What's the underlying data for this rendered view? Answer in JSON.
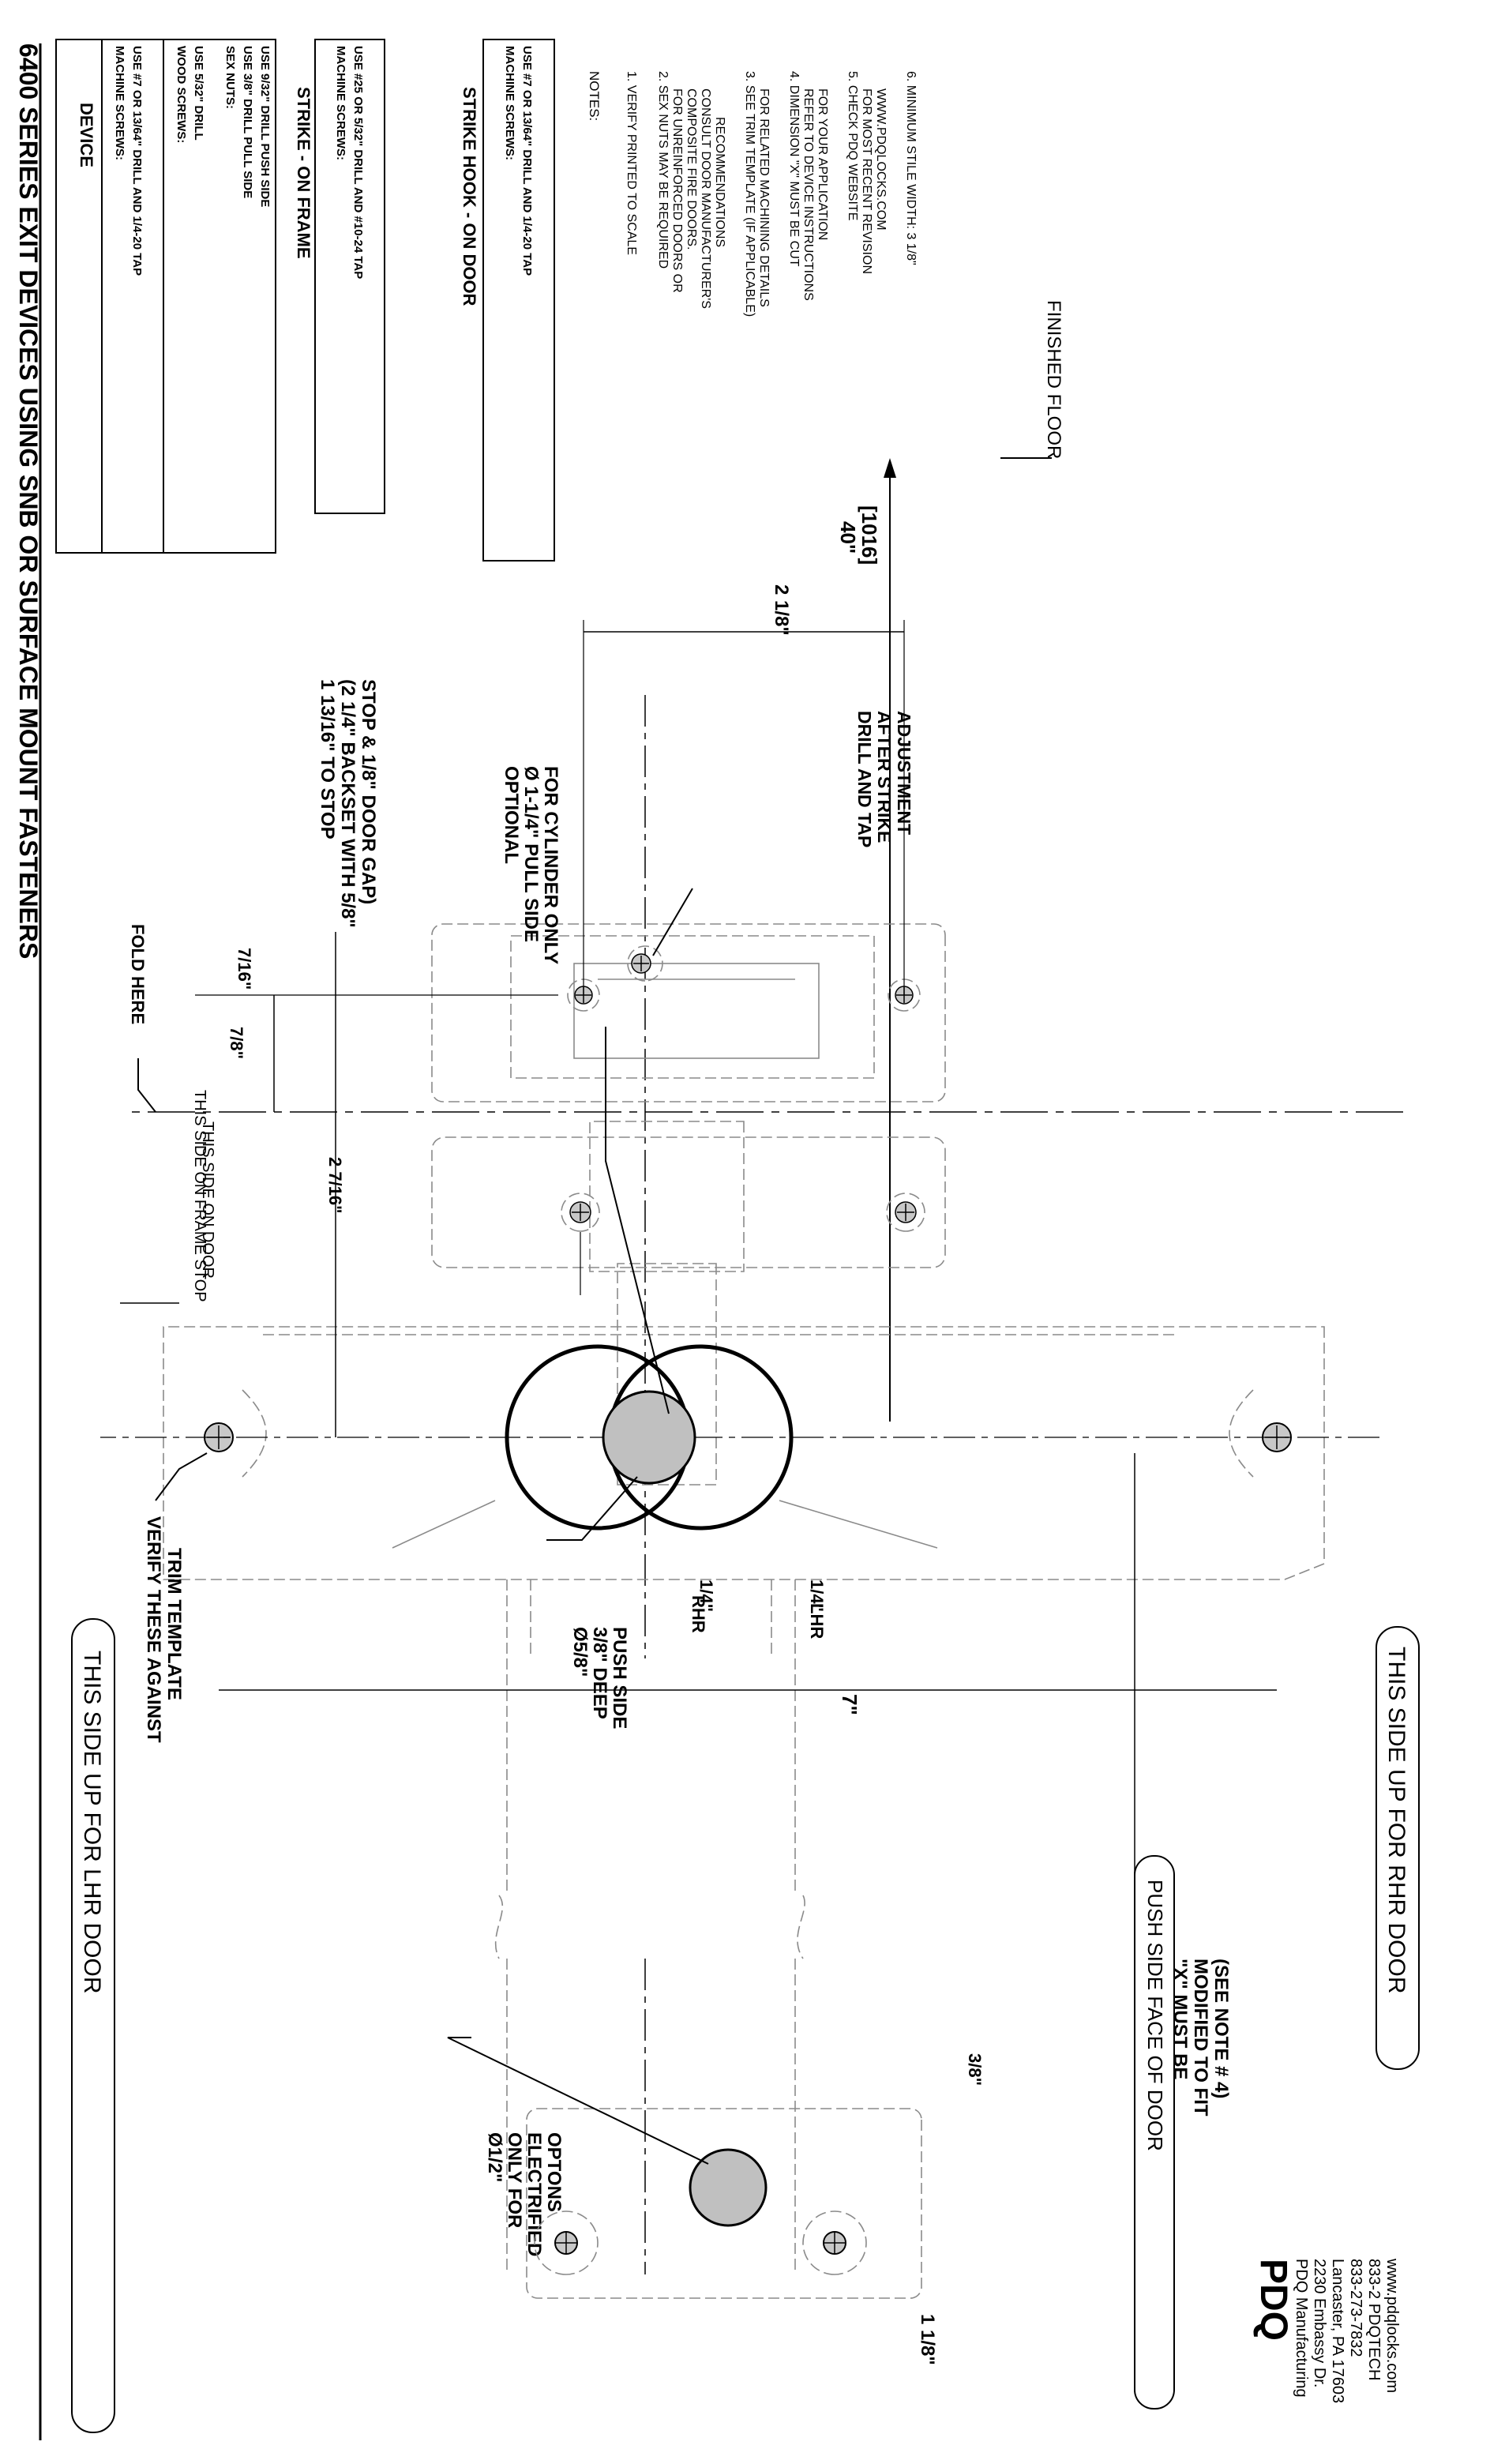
{
  "title": "6400 SERIES EXIT DEVICES USING SNB OR SURFACE MOUNT FASTENERS",
  "fastener_table": {
    "device": {
      "heading": "DEVICE",
      "machine_screws_label": "MACHINE SCREWS:",
      "machine_screws_value": "USE #7 OR 13/64\" DRILL AND 1/4-20 TAP",
      "wood_screws_label": "WOOD SCREWS:",
      "wood_screws_value": "USE 5/32\" DRILL",
      "sex_nuts_label": "SEX NUTS:",
      "sex_nuts_pull": "USE 3/8\" DRILL PULL SIDE",
      "sex_nuts_push": "USE 9/32\" DRILL PUSH SIDE"
    },
    "strike_frame": {
      "heading": "STRIKE - ON FRAME",
      "machine_screws_label": "MACHINE SCREWS:",
      "machine_screws_value": "USE #25 OR 5/32\" DRILL AND #10-24 TAP"
    },
    "strike_hook": {
      "heading": "STRIKE HOOK - ON DOOR",
      "machine_screws_label": "MACHINE SCREWS:",
      "machine_screws_value": "USE #7 OR 13/64\" DRILL AND 1/4-20 TAP"
    }
  },
  "notes": {
    "heading": "NOTES:",
    "lines": [
      "1. VERIFY PRINTED TO SCALE",
      "2. SEX NUTS MAY BE REQUIRED",
      "FOR UNREINFORCED DOORS OR",
      "COMPOSITE FIRE DOORS.",
      "CONSULT DOOR MANUFACTURER'S",
      "RECOMMENDATIONS",
      "3. SEE TRIM TEMPLATE (IF APPLICABLE)",
      "FOR RELATED MACHINING DETAILS",
      "4. DIMENSION \"X\" MUST BE CUT",
      "REFER TO DEVICE INSTRUCTIONS",
      "FOR YOUR APPLICATION",
      "5. CHECK PDQ WEBSITE",
      "FOR MOST RECENT REVISION",
      "WWW.PDQLOCKS.COM",
      "6. MINIMUM STILE WIDTH: 3 1/8\""
    ]
  },
  "labels": {
    "fold_here": "FOLD HERE",
    "finished_floor": "FINISHED FLOOR",
    "frame_stop": "THIS SIDE ON FRAME STOP",
    "on_door": "THIS SIDE ON DOOR",
    "lhr_door": "THIS SIDE UP FOR  LHR DOOR",
    "rhr_door": "THIS SIDE UP FOR  RHR DOOR",
    "push_side_face": "PUSH SIDE FACE OF DOOR",
    "drill_tap": [
      "DRILL AND TAP",
      "AFTER STRIKE",
      "ADJUSTMENT"
    ],
    "optional": [
      "OPTIONAL",
      "Ø 1-1/4\" PULL SIDE",
      "FOR CYLINDER ONLY"
    ],
    "backset": [
      "1 13/16\" TO STOP",
      "(2 1/4\" BACKSET WITH 5/8\"",
      "STOP & 1/8\" DOOR GAP)"
    ],
    "verify_trim": [
      "VERIFY THESE AGAINST",
      "TRIM TEMPLATE"
    ],
    "push_hole": [
      "Ø5/8\"",
      "3/8\" DEEP",
      "PUSH SIDE"
    ],
    "x_cut": [
      "\"X\" MUST BE",
      "MODIFIED TO FIT",
      "(SEE NOTE # 4)"
    ],
    "electrified": [
      "Ø1/2\"",
      "ONLY FOR",
      "ELECTRIFIED",
      "OPTONS"
    ],
    "rhr": "RHR",
    "lhr": "LHR"
  },
  "dimensions": {
    "height": "40\"",
    "height_mm": "[1016]",
    "strike_spacing": "2 1/8\"",
    "d_7_16": "7/16\"",
    "d_7_8": "7/8\"",
    "d_2_7_16": "2 7/16\"",
    "d_7": "7\"",
    "d_1_4_rhr": "1/4\"",
    "d_1_4_lhr": "1/4\"",
    "d_3_8": "3/8\"",
    "d_1_1_8": "1 1/8\""
  },
  "company": {
    "name": "PDQ Manufacturing",
    "address1": "2230 Embassy Dr.",
    "address2": "Lancaster, PA 17603",
    "phone": "833-273-7832",
    "phone_alt": "833-2 PDQTECH",
    "web": "www.pdqlocks.com",
    "logo_text": "PDQ"
  }
}
